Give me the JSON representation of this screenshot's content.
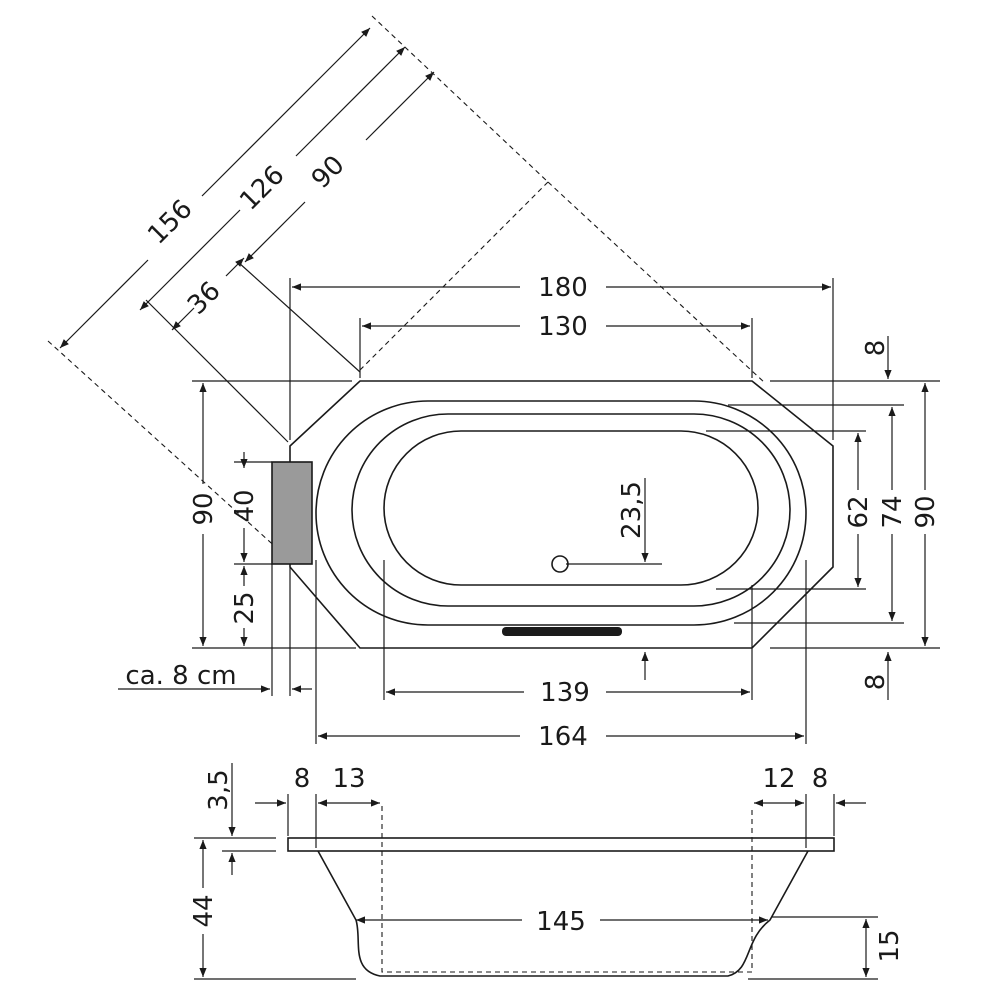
{
  "labels": {
    "d156": "156",
    "d126": "126",
    "d90_diag": "90",
    "d36": "36",
    "d180": "180",
    "d130": "130",
    "d8_top": "8",
    "d90_left": "90",
    "d40": "40",
    "d25": "25",
    "d23_5": "23,5",
    "d62": "62",
    "d74": "74",
    "d90_right": "90",
    "d8_right_bottom": "8",
    "ca8": "ca. 8 cm",
    "d139": "139",
    "d164": "164",
    "d3_5": "3,5",
    "d8_sec_left": "8",
    "d13": "13",
    "d12": "12",
    "d8_sec_right": "8",
    "d44": "44",
    "d145": "145",
    "d15": "15"
  },
  "colors": {
    "line": "#1a1a1a",
    "headrest": "#9a9a9a",
    "drain_bar": "#1a1a1a",
    "background": "#ffffff"
  }
}
